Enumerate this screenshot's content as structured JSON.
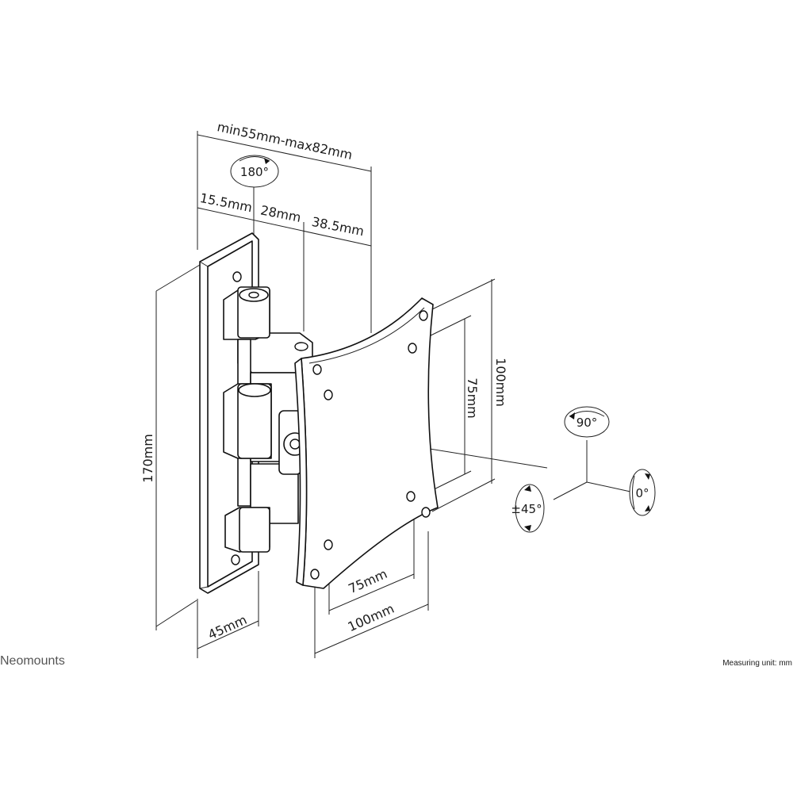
{
  "dimensions": {
    "depth_range": "min55mm-max82mm",
    "depth_seg_1": "15.5mm",
    "depth_seg_2": "28mm",
    "depth_seg_3": "38.5mm",
    "height": "170mm",
    "width": "45mm",
    "vesa_outer_vertical": "100mm",
    "vesa_inner_vertical": "75mm",
    "vesa_inner_horizontal": "75mm",
    "vesa_outer_horizontal": "100mm"
  },
  "rotations": {
    "swivel": "180°",
    "tilt": "90°",
    "rotate": "0°",
    "pivot": "±45°"
  },
  "brand": "Neomounts",
  "footer": {
    "unit_note": "Measuring unit: mm"
  }
}
